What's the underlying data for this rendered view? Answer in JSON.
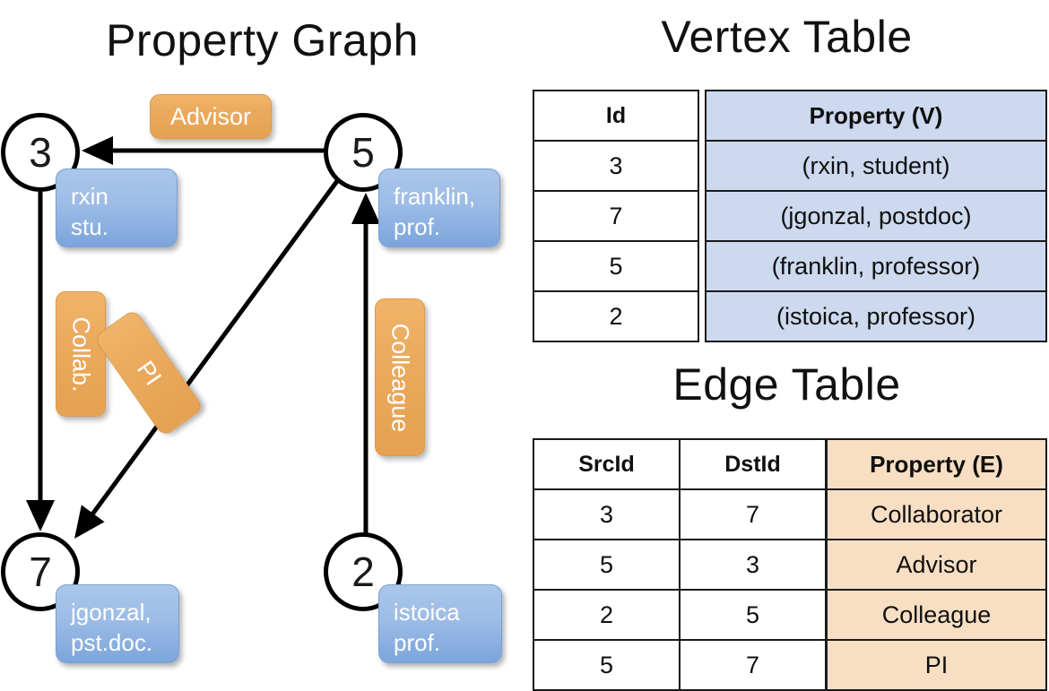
{
  "panels": {
    "graph_title": "Property Graph",
    "vertex_title": "Vertex Table",
    "edge_title": "Edge Table"
  },
  "graph": {
    "nodes": [
      {
        "id": "3",
        "label_line1": "rxin",
        "label_line2": "stu."
      },
      {
        "id": "5",
        "label_line1": "franklin,",
        "label_line2": "prof."
      },
      {
        "id": "7",
        "label_line1": "jgonzal,",
        "label_line2": "pst.doc."
      },
      {
        "id": "2",
        "label_line1": "istoica",
        "label_line2": "prof."
      }
    ],
    "edge_labels": [
      {
        "text": "Advisor",
        "orientation": "horizontal"
      },
      {
        "text": "Collab.",
        "orientation": "vertical"
      },
      {
        "text": "PI",
        "orientation": "rotated"
      },
      {
        "text": "Colleague",
        "orientation": "vertical"
      }
    ]
  },
  "vertex_table": {
    "headers": {
      "id": "Id",
      "property": "Property (V)"
    },
    "rows": [
      {
        "id": "3",
        "property": "(rxin, student)"
      },
      {
        "id": "7",
        "property": "(jgonzal, postdoc)"
      },
      {
        "id": "5",
        "property": "(franklin, professor)"
      },
      {
        "id": "2",
        "property": "(istoica, professor)"
      }
    ]
  },
  "edge_table": {
    "headers": {
      "src": "SrcId",
      "dst": "DstId",
      "property": "Property (E)"
    },
    "rows": [
      {
        "src": "3",
        "dst": "7",
        "property": "Collaborator"
      },
      {
        "src": "5",
        "dst": "3",
        "property": "Advisor"
      },
      {
        "src": "2",
        "dst": "5",
        "property": "Colleague"
      },
      {
        "src": "5",
        "dst": "7",
        "property": "PI"
      }
    ]
  },
  "colors": {
    "vertex_property_fill": "#ccd9ee",
    "edge_property_fill": "#f8dfc3",
    "node_property_box": "#9dbce6",
    "edge_label_box": "#eaa95c",
    "stroke": "#000000"
  }
}
